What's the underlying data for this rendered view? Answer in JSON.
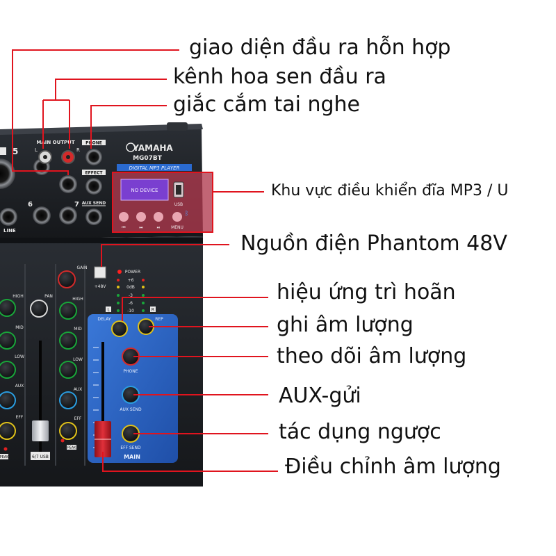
{
  "device": {
    "brand": "YAMAHA",
    "model": "MG07BT",
    "mp3_banner": "DIGITAL MP3 PLAYER",
    "display_text": "NO DEVICE",
    "usb_label": "USB",
    "menu_label": "MENU",
    "main_output_label": "MAIN OUTPUT",
    "out_l": "L",
    "out_r": "R",
    "phone_label": "PHONE",
    "effect_label": "EFFECT",
    "aux_send_label": "AUX SEND",
    "line_label": "LINE",
    "ch5": "5",
    "ch6": "6",
    "ch7": "7",
    "gain_label": "GAIN",
    "pan_label": "PAN",
    "high_label": "HIGH",
    "mid_label": "MID",
    "low_label": "LOW",
    "aux_label": "AUX",
    "eff_label": "EFF",
    "peak_label": "PEAK",
    "power_label": "POWER",
    "phantom_label": "+48V",
    "meter_labels": [
      "+6",
      "0dB",
      "-3",
      "-6",
      "-10"
    ],
    "delay_label": "DELAY",
    "rep_label": "REP",
    "phone_knob_label": "PHONE",
    "aux_send_knob_label": "AUX SEND",
    "eff_send_knob_label": "EFF SEND",
    "main_label": "MAIN",
    "fader_ch_label": "6/7 USB"
  },
  "callouts": [
    "giao diện đầu ra hỗn hợp",
    "kênh hoa sen đầu ra",
    "giắc cắm tai nghe",
    "Khu vực điều khiển đĩa MP3 / U",
    "Nguồn điện Phantom 48V",
    "hiệu ứng trì hoãn",
    "ghi âm lượng",
    "theo dõi âm lượng",
    "AUX-gửi",
    "tác dụng ngược",
    "Điều chỉnh âm lượng"
  ],
  "colors": {
    "leader_line": "#e0141e",
    "panel": "#1c1f24",
    "blue_section": "#2d63c8",
    "mp3_box": "#b03a4e",
    "fader_red": "#c8202a"
  }
}
